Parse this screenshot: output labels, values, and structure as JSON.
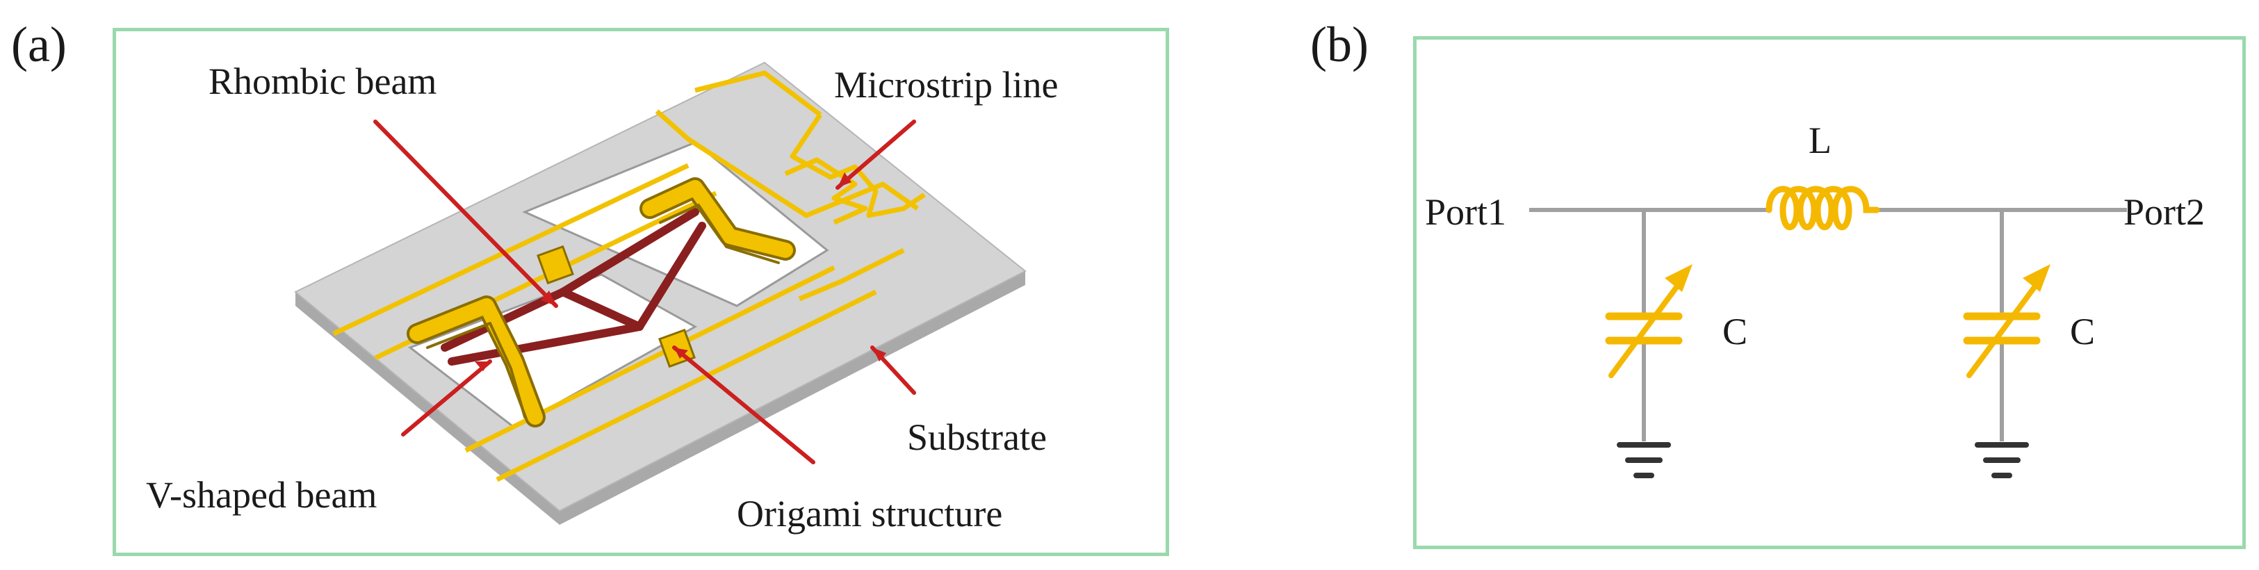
{
  "panel_a": {
    "letter": "(a)",
    "labels": {
      "rhombic_beam": "Rhombic beam",
      "microstrip_line": "Microstrip line",
      "substrate": "Substrate",
      "v_shaped_beam": "V-shaped beam",
      "origami_structure": "Origami structure"
    }
  },
  "panel_b": {
    "letter": "(b)",
    "labels": {
      "inductor": "L",
      "port1": "Port1",
      "port2": "Port2",
      "capacitor_left": "C",
      "capacitor_right": "C"
    }
  },
  "colors": {
    "frame": "#9ad9ac",
    "pointer": "#cc1f1f",
    "gold": "#f2c200",
    "gold_dark": "#8a6d00",
    "beam": "#8a1f1f",
    "substrate_top": "#d3d3d3",
    "substrate_side": "#a9a9a9",
    "wire": "#a0a0a0",
    "component": "#f5b800",
    "ground": "#333333"
  }
}
